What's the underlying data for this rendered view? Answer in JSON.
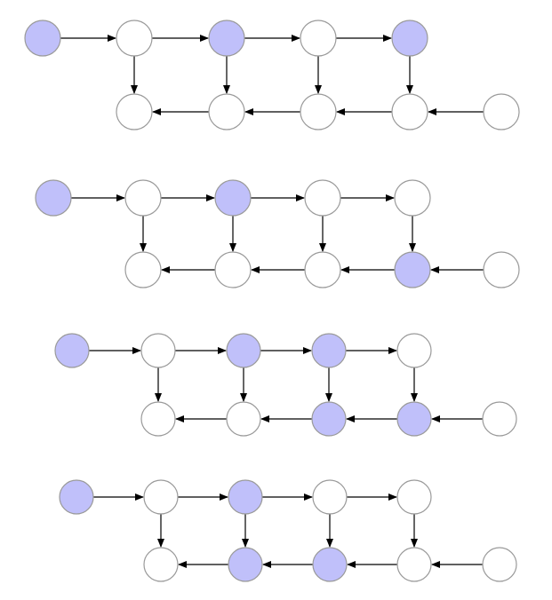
{
  "colors": {
    "filled": "#c0c0fa",
    "empty": "#ffffff",
    "node_stroke": "#9a9a9a",
    "edge": "#000000"
  },
  "diagrams": [
    {
      "top_row": [
        1,
        0,
        1,
        0,
        1
      ],
      "bottom_row": [
        0,
        0,
        0,
        0,
        0
      ]
    },
    {
      "top_row": [
        1,
        0,
        1,
        0,
        0
      ],
      "bottom_row": [
        0,
        0,
        0,
        1,
        0
      ]
    },
    {
      "top_row": [
        1,
        0,
        1,
        1,
        0
      ],
      "bottom_row": [
        0,
        0,
        1,
        1,
        0
      ]
    },
    {
      "top_row": [
        1,
        0,
        1,
        0,
        0
      ],
      "bottom_row": [
        0,
        1,
        1,
        0,
        0
      ]
    }
  ]
}
